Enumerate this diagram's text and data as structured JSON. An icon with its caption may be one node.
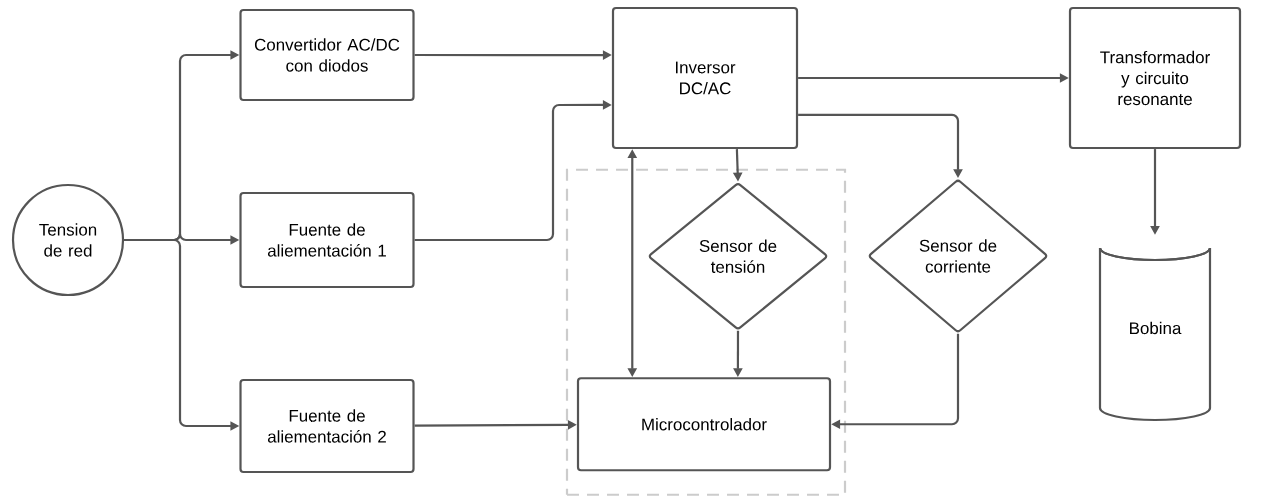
{
  "diagram": {
    "nodes": [
      {
        "text": [
          "Tension de red"
        ]
      },
      {
        "text": [
          "Convertidor AC/DC con diodos"
        ]
      },
      {
        "text": [
          "Fuente de aliementación 1"
        ]
      },
      {
        "text": [
          "Fuente de aliementación 2"
        ]
      },
      {
        "text": [
          "Inversor DC/AC"
        ]
      },
      {
        "text": [
          "Transformador y circuito resonante"
        ]
      },
      {
        "text": [],
        "shape": "box"
      },
      {
        "text": [
          "Sensor de tensión"
        ],
        "in": 6
      },
      {
        "text": [
          "Sensor de corriente"
        ]
      },
      {
        "text": [
          "Bobina"
        ]
      },
      {
        "text": [
          "Microcontrolador"
        ],
        "in": 6
      }
    ],
    "edges": [
      {
        "from": 0,
        "to": 1,
        "arrow": "to"
      },
      {
        "from": 0,
        "to": 2,
        "arrow": "to"
      },
      {
        "from": 0,
        "to": 3,
        "arrow": "to"
      },
      {
        "from": 1,
        "to": 4,
        "arrow": "to"
      },
      {
        "from": 2,
        "to": 4,
        "arrow": "to"
      },
      {
        "from": 3,
        "to": 10,
        "arrow": "to"
      },
      {
        "from": 4,
        "to": 5,
        "arrow": "to"
      },
      {
        "from": 4,
        "to": 7,
        "arrow": "to"
      },
      {
        "from": 4,
        "to": 8,
        "arrow": "to"
      },
      {
        "from": 4,
        "to": 10,
        "arrow": "both"
      },
      {
        "from": 7,
        "to": 10,
        "arrow": "to"
      },
      {
        "from": 8,
        "to": 10,
        "arrow": "to"
      },
      {
        "from": 5,
        "to": 9,
        "arrow": "to"
      }
    ]
  }
}
